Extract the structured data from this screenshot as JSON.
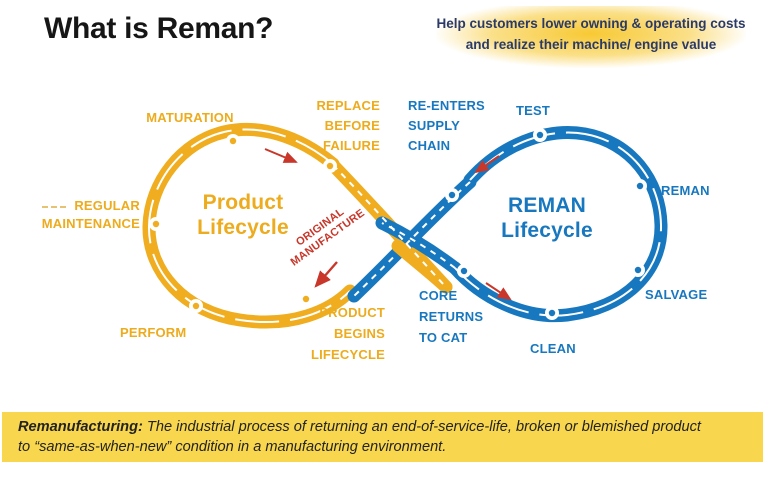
{
  "header": {
    "title": "What is Reman?",
    "tagline": [
      "Help customers lower owning & operating costs",
      "and realize their machine/ engine value"
    ]
  },
  "colors": {
    "product_loop_gold": "#EFAD1F",
    "reman_loop_blue": "#1878BF",
    "flow_arrow_red": "#C8372A",
    "tagline_navy": "#2b3a66",
    "banner_yellow": "#F8D64E",
    "title_black": "#161616"
  },
  "diagram": {
    "yellow": {
      "title": [
        "Product",
        "Lifecycle"
      ],
      "labels": {
        "maturation": [
          "MATURATION"
        ],
        "replace_before_failure": [
          "REPLACE",
          "BEFORE",
          "FAILURE"
        ],
        "regular_maintenance": [
          "REGULAR",
          "MAINTENANCE"
        ],
        "perform": [
          "PERFORM"
        ],
        "product_begins_lifecycle": [
          "PRODUCT",
          "BEGINS",
          "LIFECYCLE"
        ]
      }
    },
    "blue": {
      "title": [
        "REMAN",
        "Lifecycle"
      ],
      "labels": {
        "re_enters_supply_chain": [
          "RE-ENTERS",
          "SUPPLY",
          "CHAIN"
        ],
        "test": [
          "TEST"
        ],
        "reman": [
          "REMAN"
        ],
        "salvage": [
          "SALVAGE"
        ],
        "clean": [
          "CLEAN"
        ],
        "core_returns_to_cat": [
          "CORE",
          "RETURNS",
          "TO CAT"
        ]
      }
    },
    "original_manufacture": [
      "ORIGINAL",
      "MANUFACTURE"
    ]
  },
  "footer": {
    "term": "Remanufacturing:",
    "line1": " The industrial process of returning an end-of-service-life, broken or blemished product",
    "line2": "to “same-as-when-new” condition in a manufacturing environment."
  }
}
